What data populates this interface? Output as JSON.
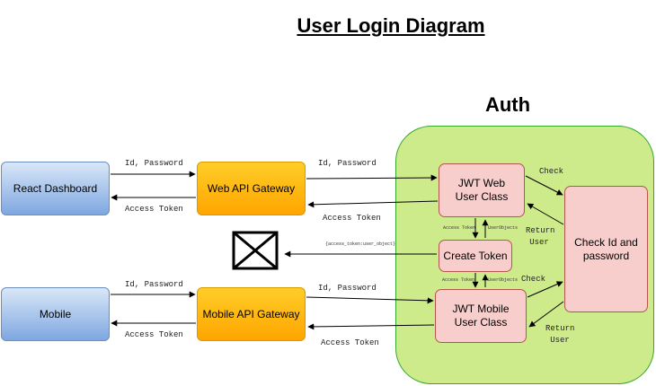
{
  "title": "User Login Diagram",
  "auth_title": "Auth",
  "nodes": {
    "react_dashboard": "React Dashboard",
    "mobile": "Mobile",
    "web_gateway": "Web API Gateway",
    "mobile_gateway": "Mobile API Gateway",
    "jwt_web": "JWT Web User Class",
    "create_token": "Create Token",
    "jwt_mobile": "JWT Mobile User Class",
    "check": "Check Id and password"
  },
  "labels": {
    "id_password": "Id, Password",
    "access_token": "Access Token",
    "check": "Check",
    "return_user": "Return User",
    "access_token_small": "Access Token",
    "user_objects": "UserObjects",
    "token_user_object": "{access_token:user_object}"
  },
  "colors": {
    "auth_fill": "#cdeb8b",
    "gateway_fill": "#ffa500",
    "client_fill": "#7ea7e0",
    "auth_node_fill": "#f8cecc"
  },
  "icons": {
    "output": "x-box-icon"
  }
}
